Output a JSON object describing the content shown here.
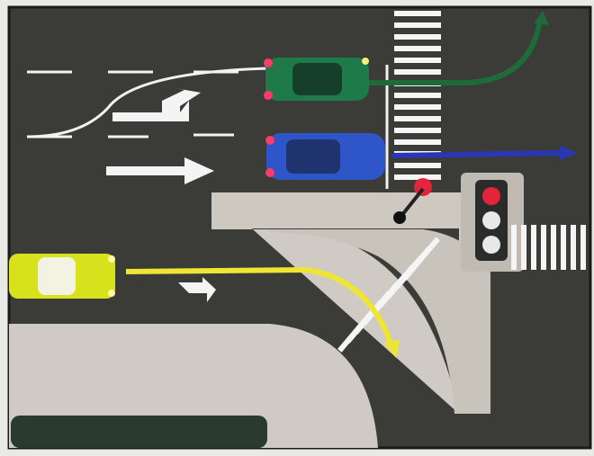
{
  "scene": {
    "kind": "road-intersection-illustration",
    "colors": {
      "asphalt": "#3b3b38",
      "sidewalk": "#cfcbc4",
      "curb": "#b9b4ac",
      "lane_marking": "#f2f2f2",
      "crosswalk": "#f5f5f5",
      "grass": "#2a3a2c",
      "border": "#1a1a1a"
    }
  },
  "vehicles": [
    {
      "name": "green-car",
      "color": "#1f7a4a",
      "facing": "right"
    },
    {
      "name": "blue-car",
      "color": "#2f56c8",
      "facing": "right"
    },
    {
      "name": "yellow-car",
      "color": "#d8e21c",
      "facing": "right"
    }
  ],
  "paths": [
    {
      "vehicle": "green-car",
      "maneuver": "left-turn",
      "color": "#1e6a3a"
    },
    {
      "vehicle": "blue-car",
      "maneuver": "straight",
      "color": "#2a37b4"
    },
    {
      "vehicle": "yellow-car",
      "maneuver": "right-turn",
      "color": "#f0e532"
    }
  ],
  "traffic_light": {
    "lamps": [
      "red",
      "off",
      "off"
    ],
    "active": "red",
    "colors": {
      "red": "#e3243a",
      "off": "#e8e8e8"
    }
  },
  "pedestrian_signal": {
    "state": "red",
    "color": "#e3243a"
  },
  "road_arrows": [
    {
      "name": "arrow-straight-or-left",
      "icon": "arrow-straight-left-icon"
    },
    {
      "name": "arrow-straight",
      "icon": "arrow-right-icon"
    },
    {
      "name": "arrow-right-turn",
      "icon": "arrow-turn-down-icon"
    }
  ]
}
